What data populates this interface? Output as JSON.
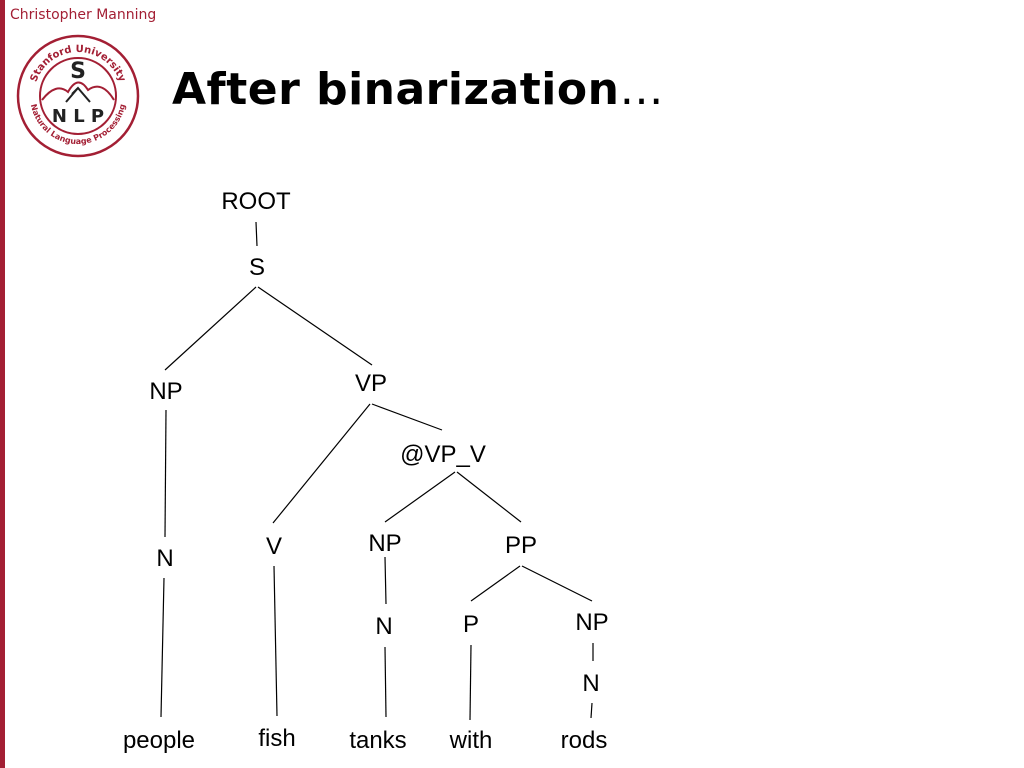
{
  "header": {
    "author": "Christopher Manning",
    "title": "After binarization",
    "title_suffix": "…"
  },
  "logo": {
    "top_text": "Stanford University",
    "bottom_text": "Natural Language Processing",
    "center_letter": "S",
    "nlp_text": "N L P",
    "color": "#a31f34"
  },
  "tree": {
    "nodes": {
      "root": "ROOT",
      "s": "S",
      "np1": "NP",
      "vp": "VP",
      "vpv": "@VP_V",
      "n1": "N",
      "v": "V",
      "np2": "NP",
      "pp": "PP",
      "n2": "N",
      "p": "P",
      "np3": "NP",
      "n3": "N",
      "w_people": "people",
      "w_fish": "fish",
      "w_tanks": "tanks",
      "w_with": "with",
      "w_rods": "rods"
    }
  },
  "colors": {
    "accent": "#a31f34",
    "text": "#000000"
  }
}
